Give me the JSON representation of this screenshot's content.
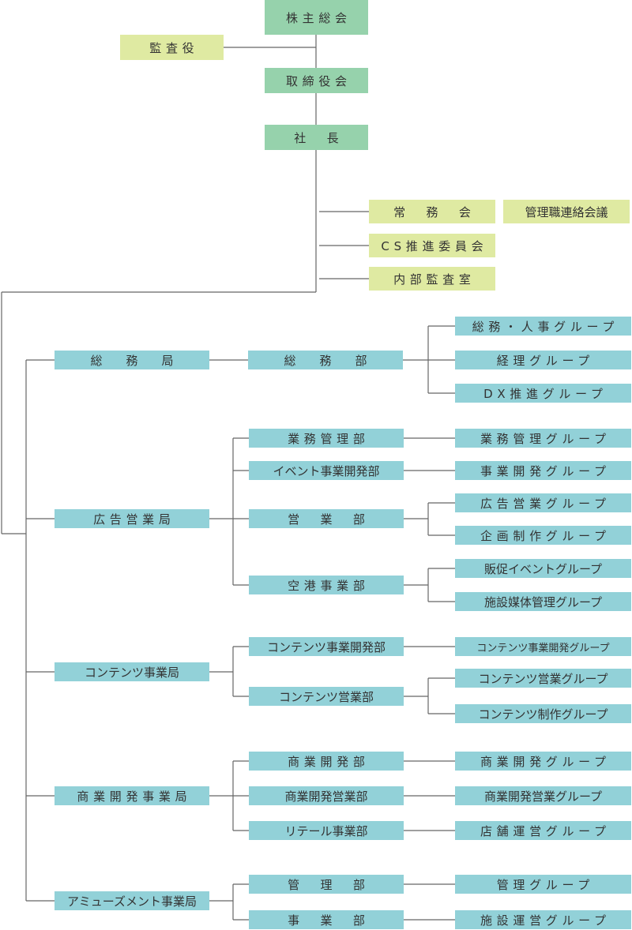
{
  "colors": {
    "executive": "#96d2ac",
    "staff": "#dfeaa2",
    "division": "#92d1d8",
    "line": "#666666"
  },
  "nodes": {
    "shareholders": "株主総会",
    "auditor": "監査役",
    "board": "取締役会",
    "president": "社　長",
    "executive_committee": "常　務　会",
    "management_council": "管理職連絡会議",
    "cs_committee": "CS推進委員会",
    "internal_audit": "内部監査室",
    "general_affairs_bureau": "総　　務　　局",
    "general_affairs_dept": "総　　務　　部",
    "ga_hr_group": "総務・人事グループ",
    "accounting_group": "経理グループ",
    "dx_group": "DX推進グループ",
    "advertising_bureau": "広告営業局",
    "operations_mgmt_dept": "業務管理部",
    "operations_mgmt_group": "業務管理グループ",
    "event_dev_dept": "イベント事業開発部",
    "biz_dev_group": "事業開発グループ",
    "sales_dept": "営　業　部",
    "ad_sales_group": "広告営業グループ",
    "planning_group": "企画制作グループ",
    "airport_dept": "空港事業部",
    "promo_event_group": "販促イベントグループ",
    "facility_media_group": "施設媒体管理グループ",
    "content_bureau": "コンテンツ事業局",
    "content_dev_dept": "コンテンツ事業開発部",
    "content_dev_group": "コンテンツ事業開発グループ",
    "content_sales_dept": "コンテンツ営業部",
    "content_sales_group": "コンテンツ営業グループ",
    "content_prod_group": "コンテンツ制作グループ",
    "commercial_bureau": "商業開発事業局",
    "commercial_dev_dept": "商業開発部",
    "commercial_dev_group": "商業開発グループ",
    "commercial_sales_dept": "商業開発営業部",
    "commercial_sales_group": "商業開発営業グループ",
    "retail_dept": "リテール事業部",
    "store_ops_group": "店舗運営グループ",
    "amusement_bureau": "アミューズメント事業局",
    "admin_dept": "管　理　部",
    "admin_group": "管理グループ",
    "business_dept": "事　業　部",
    "facility_ops_group": "施設運営グループ"
  }
}
